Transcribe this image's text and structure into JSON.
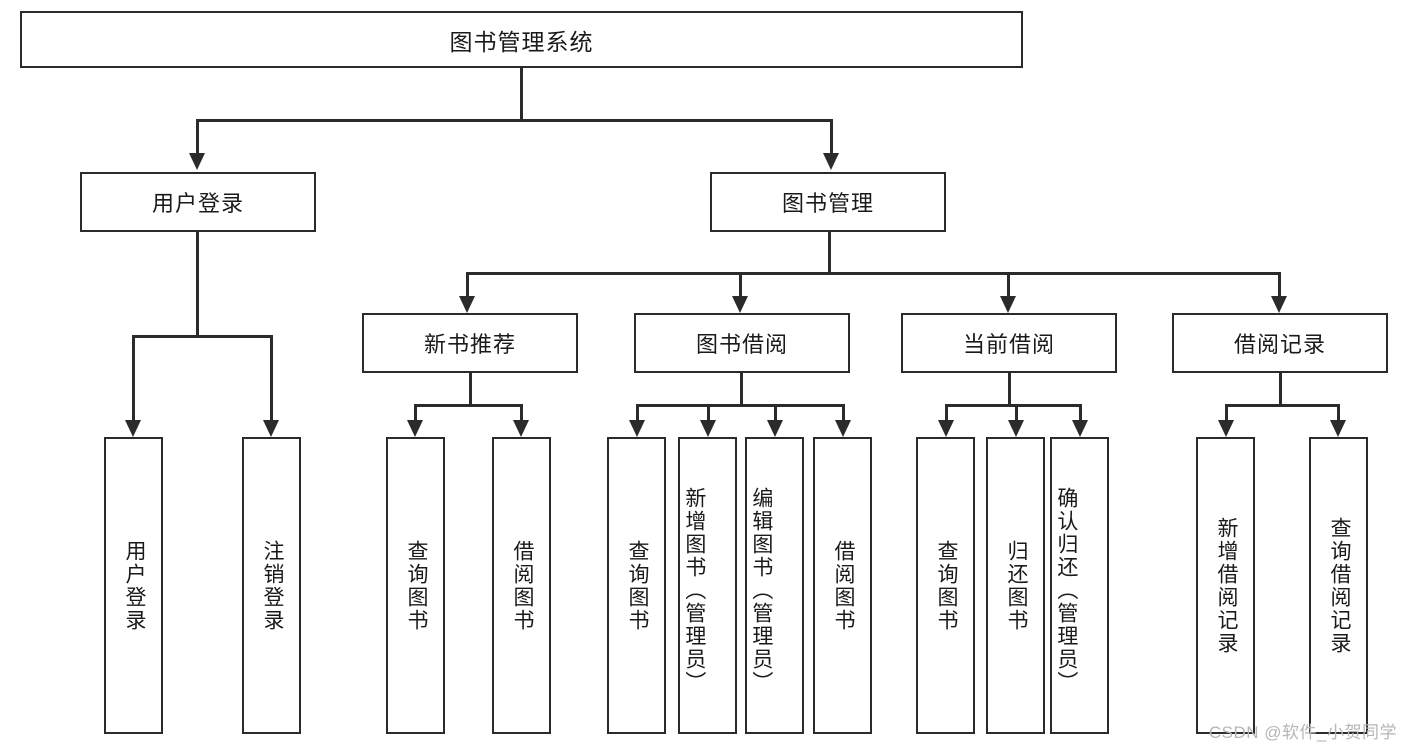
{
  "diagram": {
    "title": "图书管理系统",
    "type": "tree-hierarchy",
    "root": {
      "label": "图书管理系统"
    },
    "level2": [
      {
        "label": "用户登录"
      },
      {
        "label": "图书管理"
      }
    ],
    "level3": [
      {
        "label": "新书推荐"
      },
      {
        "label": "图书借阅"
      },
      {
        "label": "当前借阅"
      },
      {
        "label": "借阅记录"
      }
    ],
    "leaves": {
      "user_login": [
        {
          "label": "用户登录"
        },
        {
          "label": "注销登录"
        }
      ],
      "new_book_recommend": [
        {
          "label": "查询图书"
        },
        {
          "label": "借阅图书"
        }
      ],
      "book_borrow": [
        {
          "label": "查询图书"
        },
        {
          "label": "新增图书（管理员）"
        },
        {
          "label": "编辑图书（管理员）"
        },
        {
          "label": "借阅图书"
        }
      ],
      "current_borrow": [
        {
          "label": "查询图书"
        },
        {
          "label": "归还图书"
        },
        {
          "label": "确认归还（管理员）"
        }
      ],
      "borrow_record": [
        {
          "label": "新增借阅记录"
        },
        {
          "label": "查询借阅记录"
        }
      ]
    }
  },
  "watermark": {
    "text": "CSDN @软件_小贺同学"
  },
  "colors": {
    "stroke": "#2b2b2b",
    "fill": "#ffffff",
    "text": "#1a1a1a",
    "watermark": "#b6b6b6"
  }
}
